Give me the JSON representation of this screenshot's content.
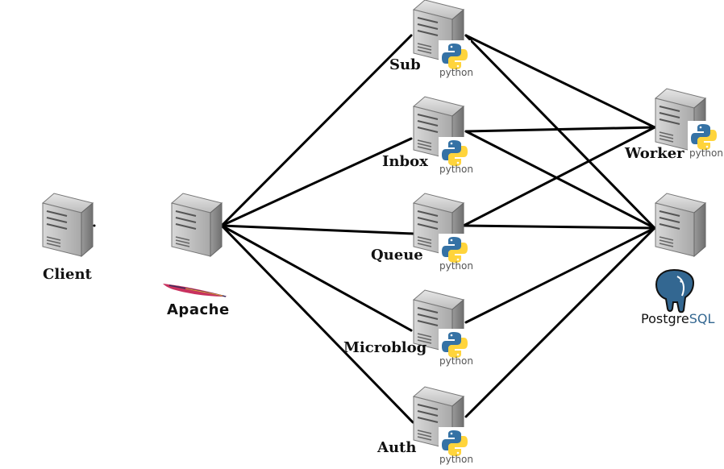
{
  "nodes": {
    "client": {
      "label": "Client"
    },
    "apache": {
      "label": "Apache"
    },
    "sub": {
      "label": "Sub",
      "badge": "python"
    },
    "inbox": {
      "label": "Inbox",
      "badge": "python"
    },
    "queue": {
      "label": "Queue",
      "badge": "python"
    },
    "microblog": {
      "label": "Microblog",
      "badge": "python"
    },
    "auth": {
      "label": "Auth",
      "badge": "python"
    },
    "worker": {
      "label": "Worker",
      "badge": "python"
    },
    "postgres": {
      "label_main": "Postgre",
      "label_accent": "SQL"
    }
  },
  "edges": [
    [
      "client",
      "apache"
    ],
    [
      "apache",
      "sub"
    ],
    [
      "apache",
      "inbox"
    ],
    [
      "apache",
      "queue"
    ],
    [
      "apache",
      "microblog"
    ],
    [
      "apache",
      "auth"
    ],
    [
      "sub",
      "worker"
    ],
    [
      "sub",
      "postgres"
    ],
    [
      "inbox",
      "worker"
    ],
    [
      "inbox",
      "postgres"
    ],
    [
      "queue",
      "worker"
    ],
    [
      "queue",
      "postgres"
    ],
    [
      "microblog",
      "postgres"
    ],
    [
      "auth",
      "postgres"
    ]
  ],
  "colors": {
    "server_front": "#8a8a8a",
    "server_side": "#bdbdbd",
    "python_blue": "#3572A5",
    "python_yellow": "#FFD43B",
    "apache_feather": "#c8325f",
    "postgres_blue": "#336791"
  },
  "icons": {
    "server": "server-icon",
    "python": "python-logo-icon",
    "apache": "apache-feather-icon",
    "postgres": "postgresql-elephant-icon"
  }
}
